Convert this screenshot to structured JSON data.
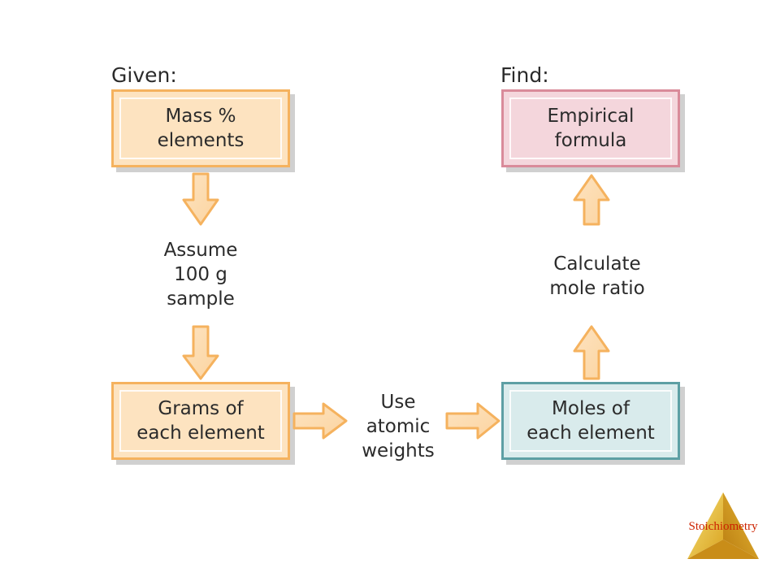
{
  "given_label": "Given:",
  "find_label": "Find:",
  "boxes": {
    "mass_percent": "Mass %\nelements",
    "empirical_formula": "Empirical\nformula",
    "grams": "Grams of\neach element",
    "moles": "Moles of\neach element"
  },
  "steps": {
    "assume": "Assume\n100 g\nsample",
    "atomic_weights": "Use\natomic\nweights",
    "mole_ratio": "Calculate\nmole ratio"
  },
  "logo_text": "Stoichiometry"
}
